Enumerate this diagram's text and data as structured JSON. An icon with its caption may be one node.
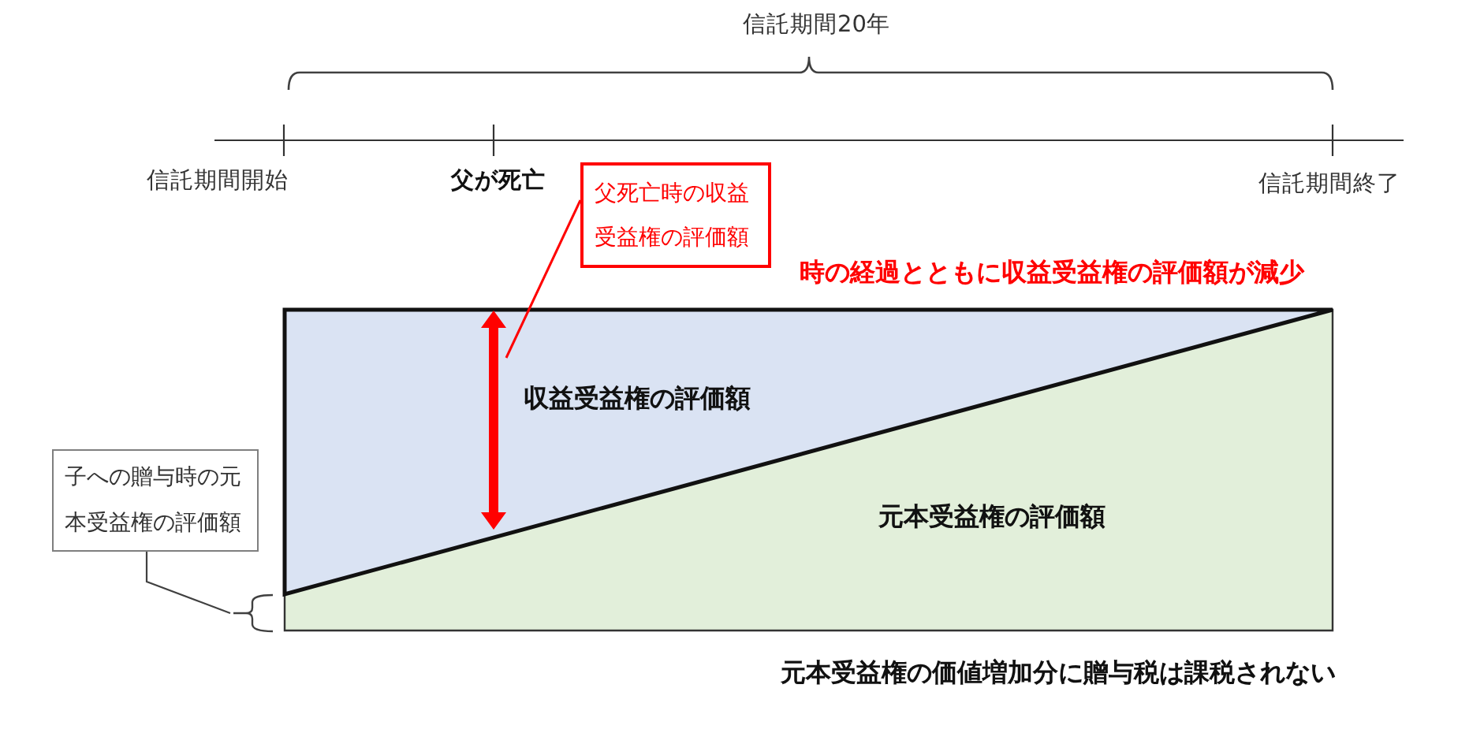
{
  "diagram": {
    "nodes": [
      {
        "text": [
          "父死亡時の収益受益権の評価額"
        ]
      },
      {
        "text": [
          "収益受益権の評価額"
        ]
      },
      {
        "text": [],
        "shape": "arrow",
        "in": 1
      },
      {
        "text": [
          "元本受益権の評価額"
        ]
      },
      {
        "text": [
          "子への贈与時の元本受益権の評価額"
        ]
      },
      {
        "text": [],
        "shape": "brace"
      }
    ],
    "edges": [
      {
        "from": 0,
        "to": 2,
        "arrow": "none",
        "color": "#ff0000"
      },
      {
        "from": 4,
        "to": 5,
        "arrow": "none",
        "color": "#404040"
      }
    ],
    "labels": [
      "信託期間20年",
      "信託期間開始",
      "父が死亡",
      "信託期間終了",
      "時の経過とともに収益受益権の評価額が減少",
      "元本受益権の価値増加分に贈与税は課税されない"
    ]
  }
}
